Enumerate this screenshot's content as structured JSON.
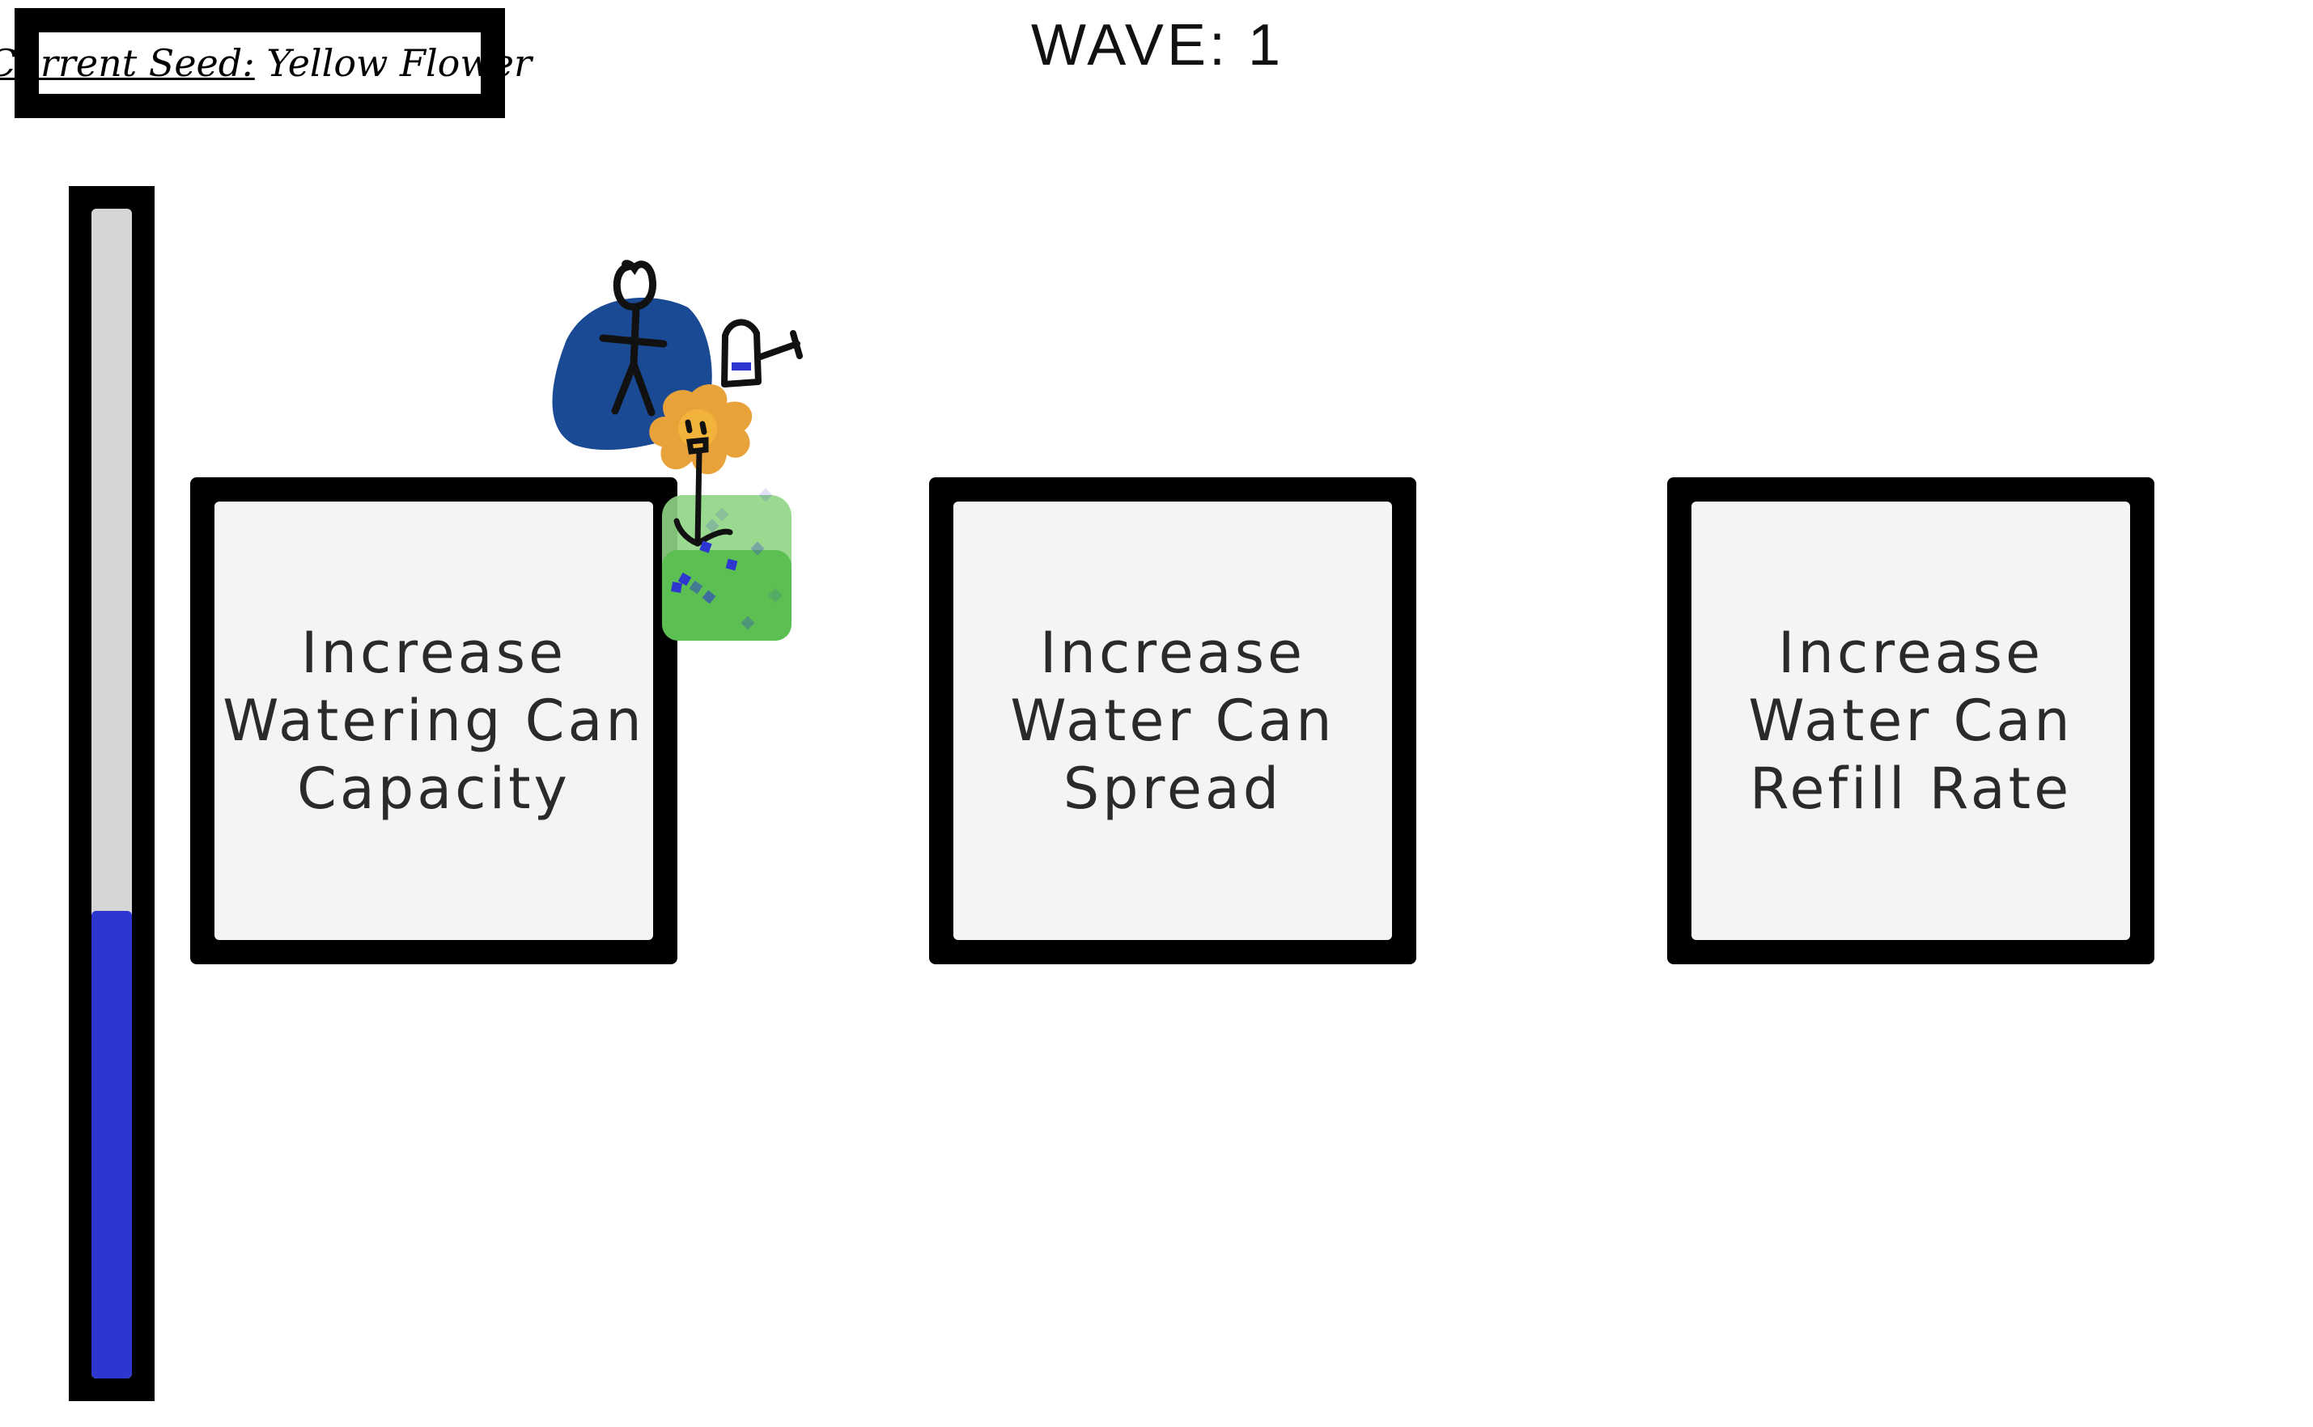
{
  "hud": {
    "seed_prefix": "Current Seed:",
    "seed_name": "Yellow Flower",
    "wave_label": "WAVE: 1"
  },
  "water_meter": {
    "fill_fraction": 0.4,
    "fill_color": "#2d37d0",
    "track_color": "#d6d6d6"
  },
  "upgrades": [
    {
      "label": "Increase Watering Can Capacity"
    },
    {
      "label": "Increase Water Can Spread"
    },
    {
      "label": "Increase Water Can Refill Rate"
    }
  ],
  "colors": {
    "player_blob": "#1a4a94",
    "flower_petals": "#e8a23a",
    "grass": "#5bbf52",
    "water_drop": "#2d37d0"
  },
  "icons": {
    "player": "stick-figure-icon",
    "watering_can": "watering-can-icon",
    "flower": "flower-icon"
  }
}
